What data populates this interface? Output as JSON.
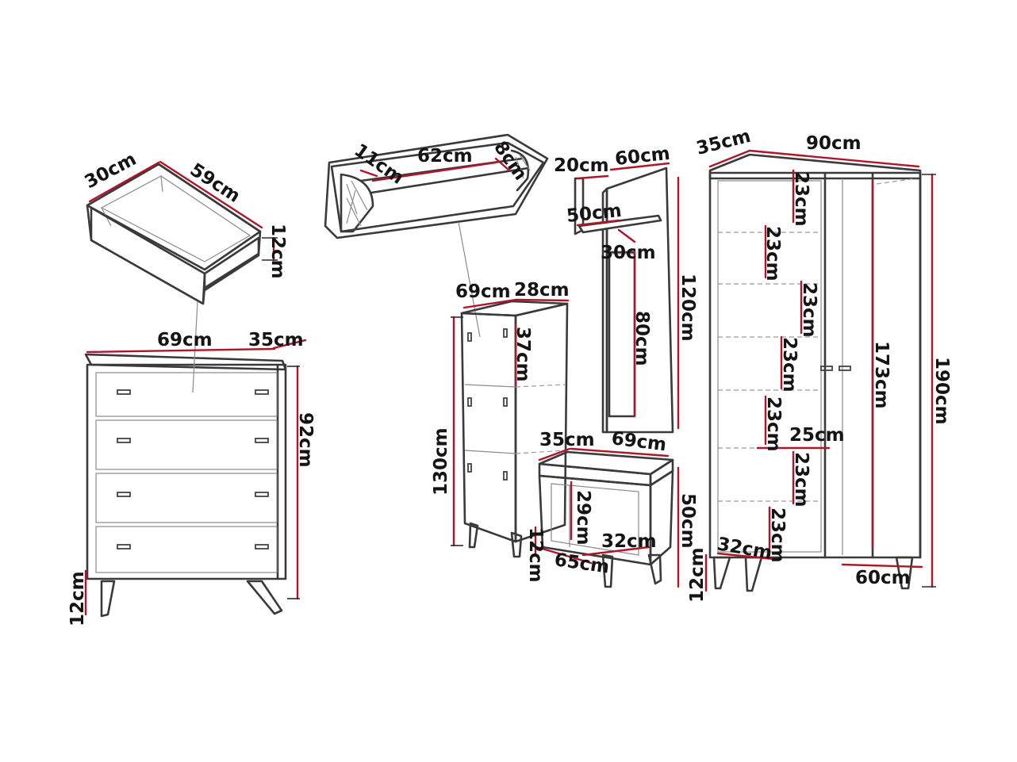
{
  "palette": {
    "outline": "#3a3a3a",
    "dimension": "#b0152a",
    "text": "#141414",
    "background": "#ffffff"
  },
  "drawer": {
    "depth": "30cm",
    "width": "59cm",
    "height": "12cm"
  },
  "chest": {
    "width": "69cm",
    "depth": "35cm",
    "height": "92cm",
    "leg": "12cm"
  },
  "hat_shelf": {
    "depth": "11cm",
    "width": "62cm",
    "height": "8cm"
  },
  "panel": {
    "depth": "20cm",
    "width": "60cm",
    "hook_width": "50cm",
    "hook_depth": "30cm",
    "mirror_height": "80cm",
    "height": "120cm"
  },
  "shoe_cabinet": {
    "width": "69cm",
    "depth": "28cm",
    "shelf": "37cm",
    "height": "130cm",
    "leg": "12cm"
  },
  "bench": {
    "depth": "35cm",
    "width": "69cm",
    "inner_height": "29cm",
    "inner_width": "32cm",
    "base_width": "65cm",
    "height": "50cm",
    "leg": "12cm"
  },
  "wardrobe": {
    "depth": "35cm",
    "width": "90cm",
    "height": "190cm",
    "inner_height": "173cm",
    "shelf_spacing": [
      "23cm",
      "23cm",
      "23cm",
      "23cm",
      "23cm",
      "23cm",
      "23cm"
    ],
    "shelf_width": "25cm",
    "bottom_width": "32cm",
    "base_width": "60cm",
    "leg": "12cm"
  }
}
